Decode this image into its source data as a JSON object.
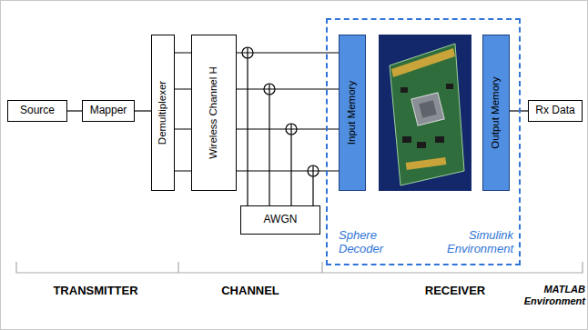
{
  "diagram": {
    "nodes": [
      {
        "text": [
          "Source"
        ]
      },
      {
        "text": [
          "Mapper"
        ]
      },
      {
        "text": [
          "Demultiplexer"
        ]
      },
      {
        "text": [
          "Wireless Channel H"
        ]
      },
      {
        "text": [
          "AWGN"
        ]
      },
      {
        "text": [
          "Sphere Decoder",
          "Simulink Environment"
        ]
      },
      {
        "text": [
          "Input Memory"
        ],
        "in": 5
      },
      {
        "text": [
          "Output Memory"
        ],
        "in": 5
      },
      {
        "text": [
          "Rx Data"
        ]
      }
    ],
    "edges": [
      {
        "from": 0,
        "to": 1,
        "arrow": "none"
      },
      {
        "from": 1,
        "to": 2,
        "arrow": "none"
      },
      {
        "from": 2,
        "to": 3,
        "arrow": "none"
      },
      {
        "from": 3,
        "to": 6,
        "arrow": "none"
      },
      {
        "from": 7,
        "to": 8,
        "arrow": "none"
      }
    ],
    "labels": [
      "TRANSMITTER",
      "CHANNEL",
      "RECEIVER",
      "MATLAB Environment"
    ]
  }
}
